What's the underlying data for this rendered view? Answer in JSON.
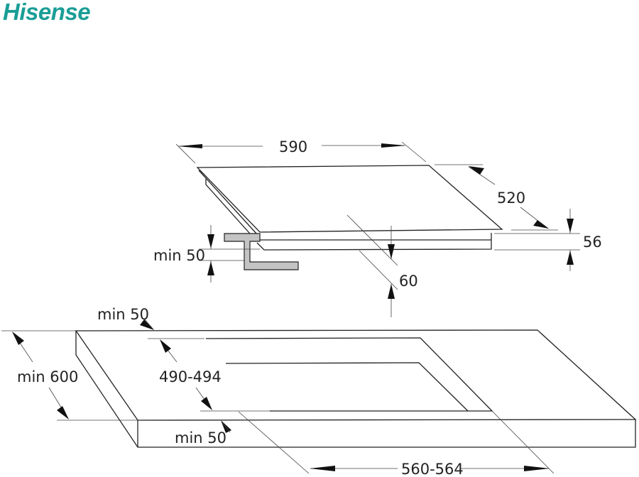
{
  "brand": {
    "name": "Hisense",
    "color": "#1a9e96"
  },
  "diagram": {
    "title": "Hob installation dimensions",
    "units": "mm",
    "hob": {
      "width_label": "590",
      "depth_label": "520",
      "height_label": "56",
      "bracket_clearance_label": "min 50",
      "below_clearance_label": "60"
    },
    "worktop": {
      "back_margin_label": "min 50",
      "depth_label": "min 600",
      "cutout_depth_label": "490-494",
      "front_margin_label": "min 50",
      "cutout_width_label": "560-564"
    }
  }
}
